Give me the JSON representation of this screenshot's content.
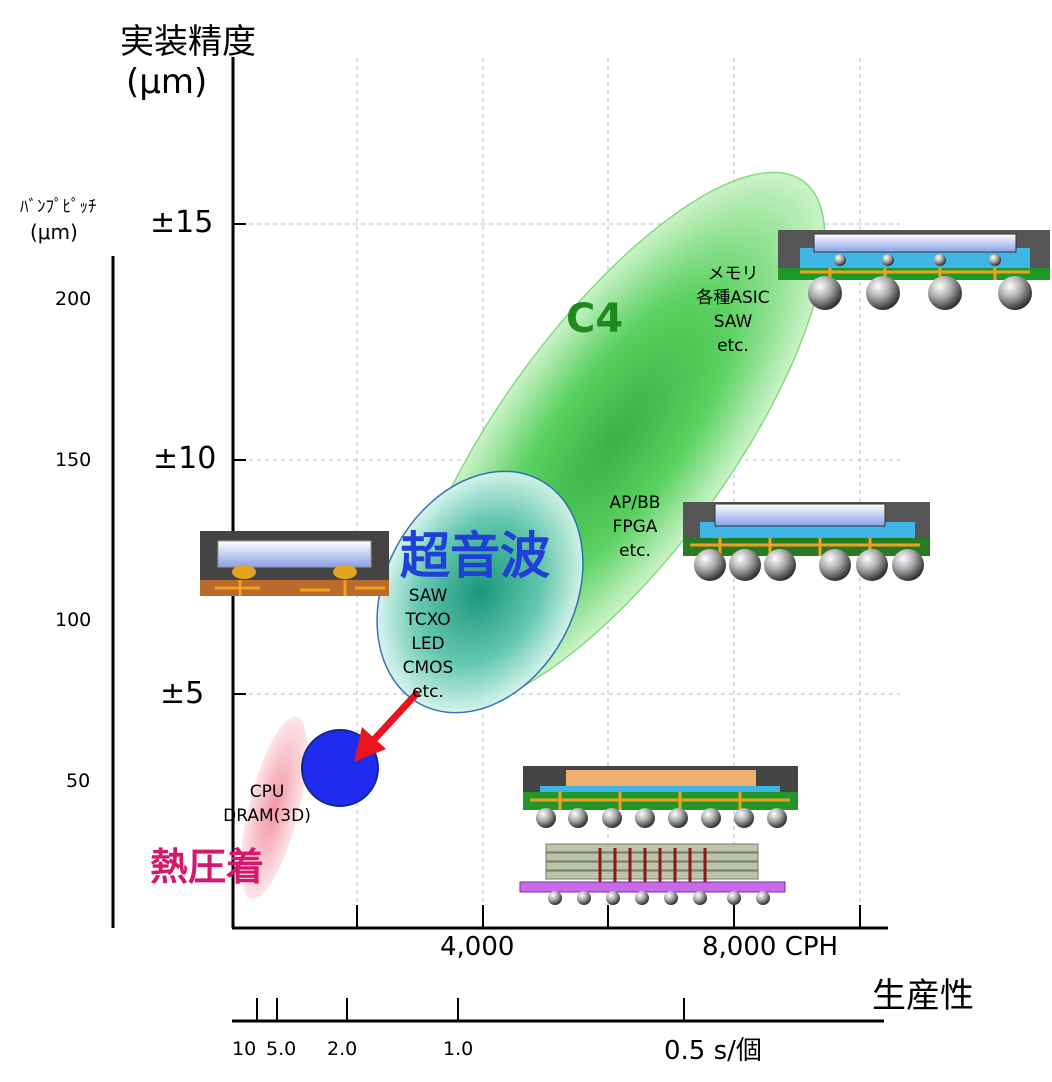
{
  "title_y": {
    "line1": "実装精度",
    "line2": "(μm)"
  },
  "pitch_axis": {
    "line1": "ﾊﾞﾝﾌﾟﾋﾟｯﾁ",
    "line2": "(μm)",
    "ticks": [
      "200",
      "150",
      "100",
      "50"
    ]
  },
  "accuracy_ticks": [
    "±15",
    "±10",
    "±5"
  ],
  "x_axis": {
    "label": "生産性",
    "ticks": [
      "4,000",
      "8,000 CPH"
    ]
  },
  "time_axis": {
    "ticks": [
      "10",
      "5.0",
      "2.0",
      "1.0",
      "0.5 s/個"
    ]
  },
  "regions": {
    "c4": {
      "name": "C4",
      "apps1": "メモリ\n各種ASIC\nSAW\netc.",
      "apps2": "AP/BB\nFPGA\netc."
    },
    "ultrasonic": {
      "name": "超音波",
      "apps": "SAW\nTCXO\nLED\nCMOS\netc."
    },
    "thermo": {
      "name": "熱圧着",
      "apps": "CPU\nDRAM(3D)"
    }
  },
  "colors": {
    "c4": "#3ec43e",
    "ultrasonic": "#1a9a8a",
    "thermo": "#e84a6a",
    "arrow": "#e8141e",
    "dot": "#1f2bef"
  }
}
